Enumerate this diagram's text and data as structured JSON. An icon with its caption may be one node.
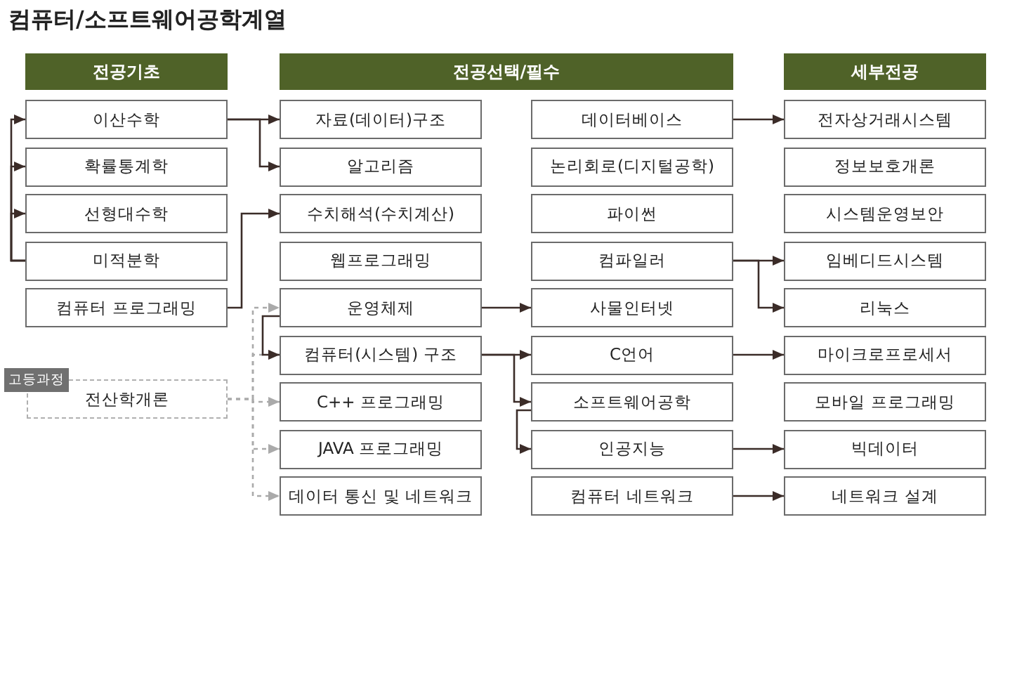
{
  "diagram": {
    "title": "컴퓨터/소프트웨어공학계열",
    "nodes": [
      {
        "text": [
          "전공기초"
        ]
      },
      {
        "text": [
          "전공선택/필수"
        ]
      },
      {
        "text": [
          "세부전공"
        ]
      },
      {
        "text": [
          "이산수학"
        ]
      },
      {
        "text": [
          "확률통계학"
        ]
      },
      {
        "text": [
          "선형대수학"
        ]
      },
      {
        "text": [
          "미적분학"
        ]
      },
      {
        "text": [
          "컴퓨터 프로그래밍"
        ]
      },
      {
        "text": [
          "전산학개론"
        ],
        "beside": [
          "고등과정"
        ]
      },
      {
        "text": [
          "자료(데이터)구조"
        ]
      },
      {
        "text": [
          "알고리즘"
        ]
      },
      {
        "text": [
          "수치해석(수치계산)"
        ]
      },
      {
        "text": [
          "웹프로그래밍"
        ]
      },
      {
        "text": [
          "운영체제"
        ]
      },
      {
        "text": [
          "컴퓨터(시스템) 구조"
        ]
      },
      {
        "text": [
          "C++ 프로그래밍"
        ]
      },
      {
        "text": [
          "JAVA 프로그래밍"
        ]
      },
      {
        "text": [
          "데이터 통신 및 네트워크"
        ]
      },
      {
        "text": [
          "데이터베이스"
        ]
      },
      {
        "text": [
          "논리회로(디지털공학)"
        ]
      },
      {
        "text": [
          "파이썬"
        ]
      },
      {
        "text": [
          "컴파일러"
        ]
      },
      {
        "text": [
          "사물인터넷"
        ]
      },
      {
        "text": [
          "C언어"
        ]
      },
      {
        "text": [
          "소프트웨어공학"
        ]
      },
      {
        "text": [
          "인공지능"
        ]
      },
      {
        "text": [
          "컴퓨터 네트워크"
        ]
      },
      {
        "text": [
          "전자상거래시스템"
        ]
      },
      {
        "text": [
          "정보보호개론"
        ]
      },
      {
        "text": [
          "시스템운영보안"
        ]
      },
      {
        "text": [
          "임베디드시스템"
        ]
      },
      {
        "text": [
          "리눅스"
        ]
      },
      {
        "text": [
          "마이크로프로세서"
        ]
      },
      {
        "text": [
          "모바일 프로그래밍"
        ]
      },
      {
        "text": [
          "빅데이터"
        ]
      },
      {
        "text": [
          "네트워크 설계"
        ]
      }
    ],
    "edges": [
      {
        "from": 6,
        "to": 3,
        "arrow": "to"
      },
      {
        "from": 6,
        "to": 4,
        "arrow": "to"
      },
      {
        "from": 6,
        "to": 5,
        "arrow": "to"
      },
      {
        "from": 3,
        "to": 9,
        "arrow": "to"
      },
      {
        "from": 3,
        "to": 10,
        "arrow": "to"
      },
      {
        "from": 7,
        "to": 11,
        "arrow": "to"
      },
      {
        "from": 8,
        "to": 13,
        "arrow": "to",
        "style": "dashed",
        "color": "#aaaaaa"
      },
      {
        "from": 8,
        "to": 14,
        "arrow": "to",
        "style": "dashed",
        "color": "#aaaaaa"
      },
      {
        "from": 8,
        "to": 15,
        "arrow": "to",
        "style": "dashed",
        "color": "#aaaaaa"
      },
      {
        "from": 8,
        "to": 16,
        "arrow": "to",
        "style": "dashed",
        "color": "#aaaaaa"
      },
      {
        "from": 8,
        "to": 17,
        "arrow": "to",
        "style": "dashed",
        "color": "#aaaaaa"
      },
      {
        "from": 13,
        "to": 14,
        "arrow": "to"
      },
      {
        "from": 13,
        "to": 22,
        "arrow": "to"
      },
      {
        "from": 14,
        "to": 23,
        "arrow": "to"
      },
      {
        "from": 14,
        "to": 24,
        "arrow": "to"
      },
      {
        "from": 24,
        "to": 25,
        "arrow": "to"
      },
      {
        "from": 18,
        "to": 27,
        "arrow": "to"
      },
      {
        "from": 21,
        "to": 30,
        "arrow": "to"
      },
      {
        "from": 21,
        "to": 31,
        "arrow": "to"
      },
      {
        "from": 23,
        "to": 32,
        "arrow": "to"
      },
      {
        "from": 25,
        "to": 34,
        "arrow": "to"
      },
      {
        "from": 26,
        "to": 35,
        "arrow": "to"
      }
    ]
  }
}
